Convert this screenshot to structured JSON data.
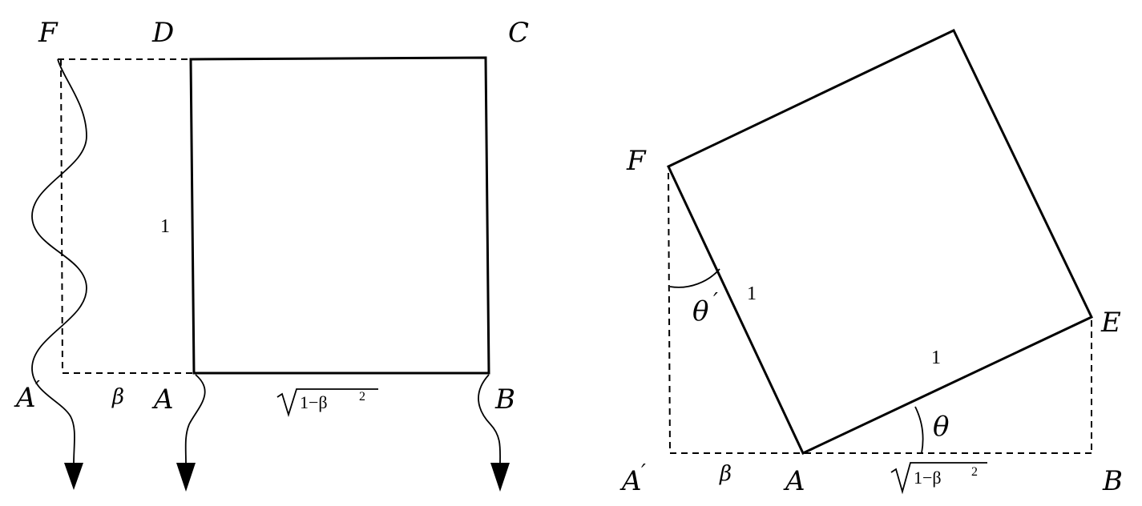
{
  "left_figure": {
    "vertex_labels": {
      "F": "F",
      "D": "D",
      "C": "C",
      "A_prime": "A",
      "A": "A",
      "B": "B"
    },
    "prime": "′",
    "side_label": "1",
    "beta": "β",
    "sqrt_expr": "1−β",
    "sqrt_exp": "2"
  },
  "right_figure": {
    "vertex_labels": {
      "F": "F",
      "E": "E",
      "A_prime": "A",
      "A": "A",
      "B": "B"
    },
    "prime": "′",
    "side_label_1": "1",
    "side_label_2": "1",
    "theta": "θ",
    "theta_prime": "θ",
    "beta": "β",
    "sqrt_expr": "1−β",
    "sqrt_exp": "2"
  }
}
